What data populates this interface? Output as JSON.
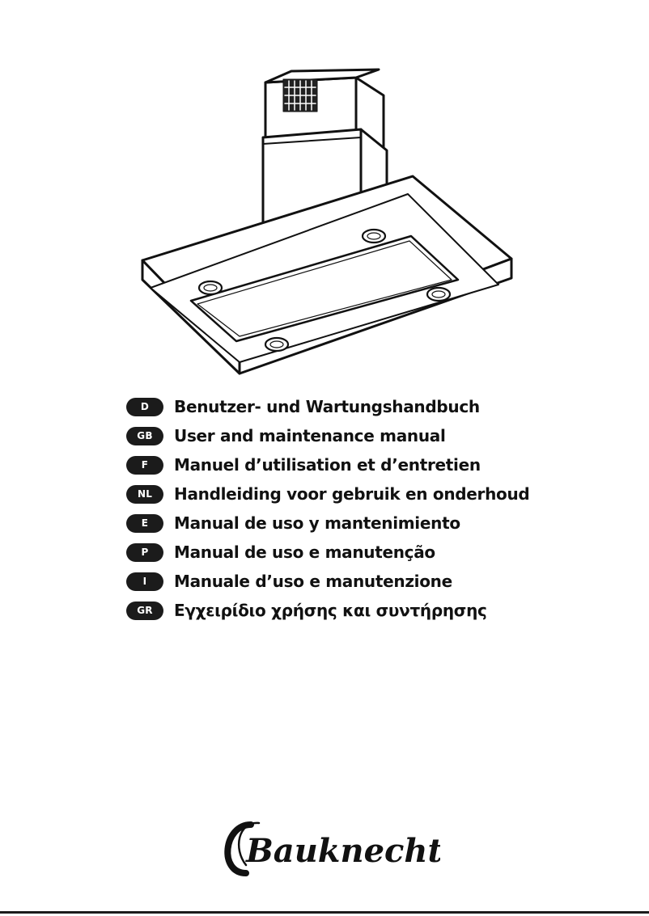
{
  "languages": [
    {
      "code": "D",
      "title": "Benutzer- und Wartungshandbuch"
    },
    {
      "code": "GB",
      "title": "User and maintenance manual"
    },
    {
      "code": "F",
      "title": "Manuel d’utilisation et d’entretien"
    },
    {
      "code": "NL",
      "title": "Handleiding voor gebruik en onderhoud"
    },
    {
      "code": "E",
      "title": "Manual de uso y mantenimiento"
    },
    {
      "code": "P",
      "title": "Manual de uso e manutenção"
    },
    {
      "code": "I",
      "title": "Manuale d’uso e manutenzione"
    },
    {
      "code": "GR",
      "title": "Εγχειρίδιο χρήσης και συντήρησης"
    }
  ],
  "brand": {
    "name": "Bauknecht"
  },
  "colors": {
    "ink": "#111111",
    "badge": "#1b1b1b",
    "badge_text": "#ffffff"
  }
}
